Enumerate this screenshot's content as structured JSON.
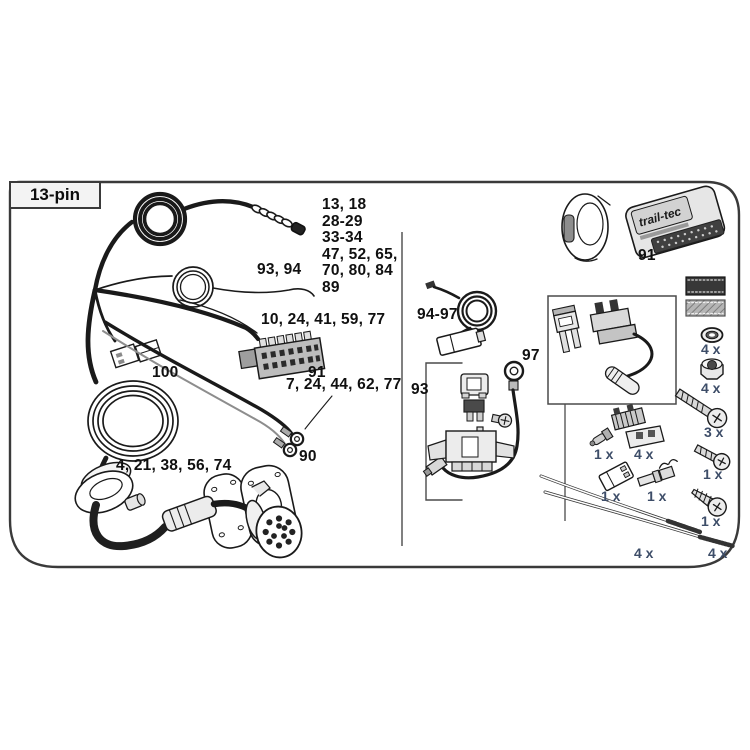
{
  "diagram": {
    "frame_label": "13-pin",
    "harness": {
      "pin_list": [
        "13, 18",
        "28-29",
        "33-34",
        "47, 52, 65,",
        "70, 80, 84",
        "89"
      ],
      "thin_coil_wire_label": "93, 94",
      "multipin_connector": {
        "wire_label": "10, 24, 41, 59, 77",
        "part_no": "91"
      },
      "small_connector": {
        "part_no": "100"
      },
      "ring_terminals": {
        "wire_label": "7, 24, 44, 62, 77",
        "part_no": "90"
      },
      "socket_cable_label": "4, 21, 38, 56, 74"
    },
    "module": {
      "brand": "trail-tec",
      "part_no": "91"
    },
    "middle": {
      "buzzer_label": "94-97",
      "bracket_group_label": "93",
      "fuse_box_label": "97"
    },
    "parts": {
      "washer": {
        "name": "washer",
        "qty": "4 x"
      },
      "lock_nut": {
        "name": "lock nut",
        "qty": "4 x"
      },
      "bolt": {
        "name": "bolt",
        "qty": "3 x"
      },
      "screw": {
        "name": "screw",
        "qty": "1 x"
      },
      "tapping_screw": {
        "name": "tapping screw",
        "qty": "1 x"
      },
      "bullet_connector": {
        "name": "bullet connector",
        "qty": "1 x"
      },
      "fuse_taps": {
        "name": "fuse tap block",
        "qty": "4 x"
      },
      "connector_housing": {
        "name": "connector housing",
        "qty": "1 x"
      },
      "flat_terminal": {
        "name": "flat terminal",
        "qty": "1 x"
      },
      "cable_tie_1": {
        "name": "cable tie",
        "qty": "4 x"
      },
      "cable_tie_2": {
        "name": "cable tie",
        "qty": "4 x"
      }
    },
    "colors": {
      "line": "#1a1a1a",
      "frame": "#3a3a3a",
      "label_text": "#101010",
      "qty_text": "#3d4d68"
    }
  }
}
